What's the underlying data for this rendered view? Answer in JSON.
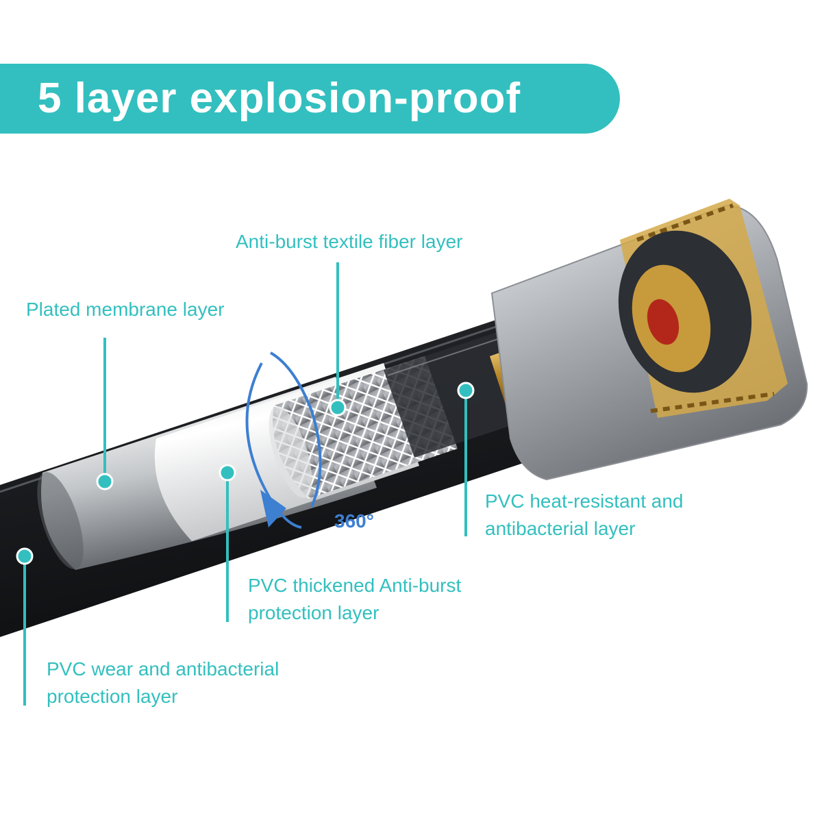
{
  "header": {
    "title": "5 layer explosion-proof"
  },
  "layers": {
    "textile_fiber": "Anti-burst textile fiber layer",
    "plated_membrane": "Plated membrane layer",
    "pvc_heat_line1": "PVC heat-resistant and",
    "pvc_heat_line2": "antibacterial layer",
    "pvc_thickened_line1": "PVC thickened Anti-burst",
    "pvc_thickened_line2": "protection layer",
    "pvc_wear_line1": "PVC wear and antibacterial",
    "pvc_wear_line2": "protection layer"
  },
  "rotation_label": "360°",
  "colors": {
    "accent": "#33bfbf",
    "rotation_arrow": "#3d7fd1",
    "hose_outer": "#1c1e21",
    "brass": "#c9a040",
    "text_on_banner": "#ffffff"
  }
}
